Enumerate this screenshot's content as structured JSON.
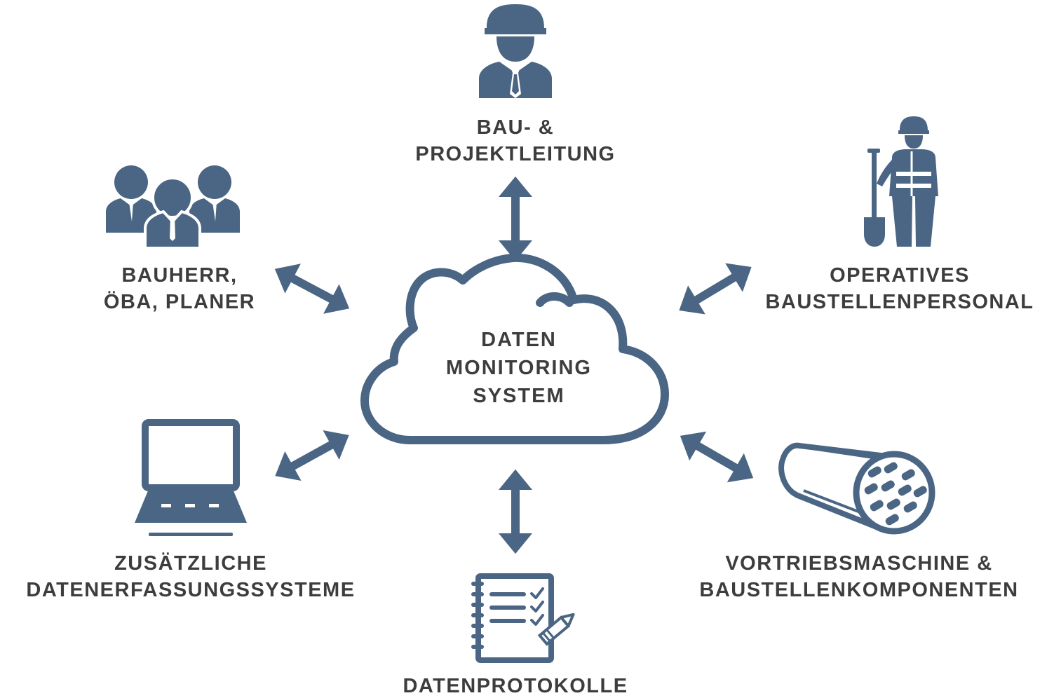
{
  "colors": {
    "icon": "#4a6684",
    "text": "#3d3d3d",
    "background": "#ffffff"
  },
  "center": {
    "icon": "cloud-icon",
    "lines": [
      "DATEN",
      "MONITORING",
      "SYSTEM"
    ]
  },
  "nodes": {
    "top": {
      "icon": "manager-icon",
      "lines": [
        "BAU- &",
        "PROJEKTLEITUNG"
      ]
    },
    "top_left": {
      "icon": "group-icon",
      "lines": [
        "BAUHERR,",
        "ÖBA, PLANER"
      ]
    },
    "top_right": {
      "icon": "worker-with-shovel-icon",
      "lines": [
        "OPERATIVES",
        "BAUSTELLENPERSONAL"
      ]
    },
    "bottom_left": {
      "icon": "laptop-icon",
      "lines": [
        "ZUSÄTZLICHE",
        "DATENERFASSUNGSSYSTEME"
      ]
    },
    "bottom_right": {
      "icon": "tunnel-boring-machine-icon",
      "lines": [
        "VORTRIEBSMASCHINE &",
        "BAUSTELLENKOMPONENTEN"
      ]
    },
    "bottom": {
      "icon": "checklist-notebook-icon",
      "lines": [
        "DATENPROTOKOLLE"
      ]
    }
  }
}
